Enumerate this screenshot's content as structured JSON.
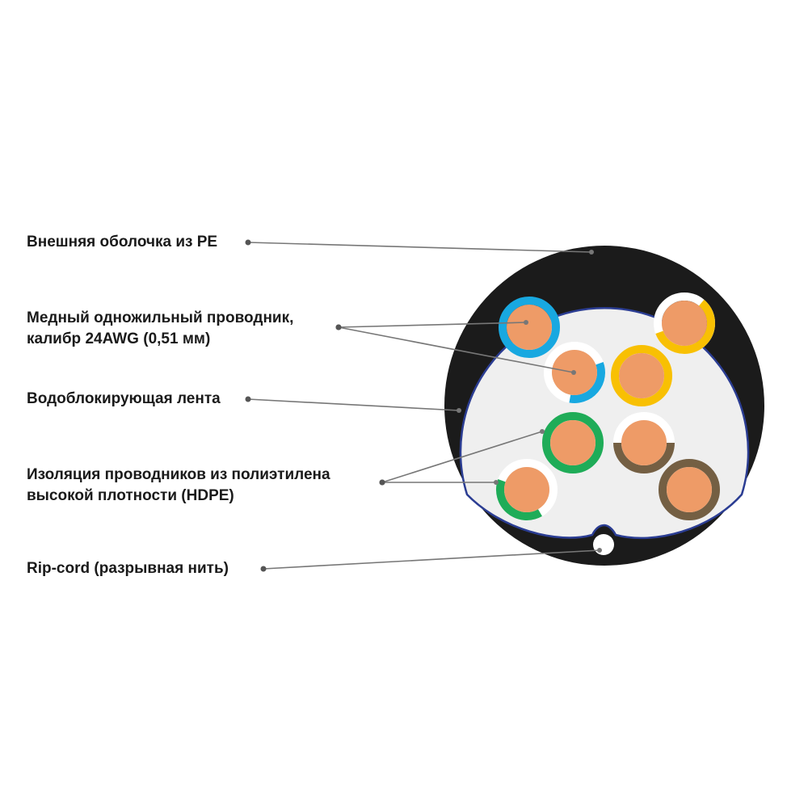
{
  "labels": {
    "outer_sheath": "Внешняя оболочка из PE",
    "conductor_line1": "Медный одножильный проводник,",
    "conductor_line2": "калибр 24AWG (0,51 мм)",
    "water_block": "Водоблокирующая лента",
    "insulation_line1": "Изоляция проводников из полиэтилена",
    "insulation_line2": "высокой плотности (HDPE)",
    "rip_cord": "Rip-cord (разрывная нить)"
  },
  "colors": {
    "sheath": "#1b1b1b",
    "core_fill": "#efefef",
    "tape": "#2b3d93",
    "copper": "#ee9b67",
    "blue": "#18a8e0",
    "orange": "#f8c003",
    "green": "#1fac58",
    "brown": "#745f43",
    "leader": "#777777"
  },
  "wires": [
    {
      "name": "wire-blue-solid",
      "color": "blue",
      "style": "solid"
    },
    {
      "name": "wire-blue-white",
      "color": "blue",
      "style": "striped"
    },
    {
      "name": "wire-orange-white",
      "color": "orange",
      "style": "striped"
    },
    {
      "name": "wire-orange-solid",
      "color": "orange",
      "style": "solid"
    },
    {
      "name": "wire-green-solid",
      "color": "green",
      "style": "solid"
    },
    {
      "name": "wire-green-white",
      "color": "green",
      "style": "striped"
    },
    {
      "name": "wire-brown-white",
      "color": "brown",
      "style": "striped"
    },
    {
      "name": "wire-brown-solid",
      "color": "brown",
      "style": "solid"
    }
  ]
}
